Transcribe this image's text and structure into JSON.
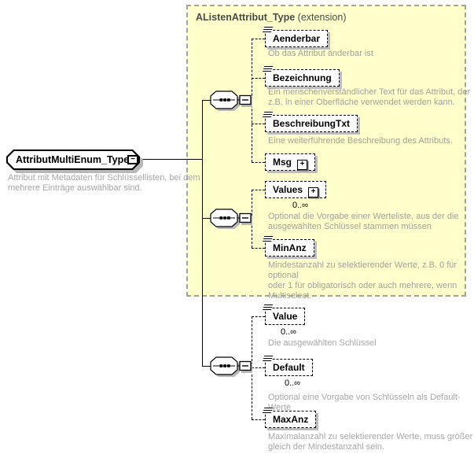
{
  "glyphs": {
    "plus": "+",
    "minus": "−"
  },
  "colors": {
    "extension_fill": "#ffffcc",
    "extension_border": "#a3a3a3",
    "box_shadow": "#bdbdbd",
    "description_text": "#a2a29b"
  },
  "root": {
    "name": "AttributMultiEnum_Type",
    "description": "Attribut mit Metadaten für Schlüssellisten, bei dem\nmehrere Einträge auswählbar sind."
  },
  "extension": {
    "title": "AListenAttribut_Type",
    "suffix": "(extension)"
  },
  "elements": [
    {
      "name": "Aenderbar",
      "description": "Ob das Attribut änderbar ist"
    },
    {
      "name": "Bezeichnung",
      "description": "Ein menschenverständlicher Text für das Attribut, der\nz.B. in einer Oberfläche verwendet werden kann."
    },
    {
      "name": "BeschreibungTxt",
      "description": "Eine weiterführende Beschreibung des Attributs."
    },
    {
      "name": "Msg",
      "description": ""
    },
    {
      "name": "Values",
      "occurrence": "0..∞",
      "description": "Optional die Vorgabe einer Werteliste, aus der die\nausgewählten Schlüssel stammen müssen"
    },
    {
      "name": "MinAnz",
      "description": "Mindestanzahl zu selektierender Werte, z.B. 0 für optional\noder 1 für obligatorisch oder auch mehrere, wenn\nMultiselect."
    },
    {
      "name": "Value",
      "occurrence": "0..∞",
      "description": "Die ausgewählten Schlüssel"
    },
    {
      "name": "Default",
      "occurrence": "0..∞",
      "description": "Optional eine Vorgabe von Schlüsseln als Default-Werte"
    },
    {
      "name": "MaxAnz",
      "description": "Maximalanzahl zu selektierender Werte, muss größer\ngleich der Mindestanzahl sein."
    }
  ]
}
